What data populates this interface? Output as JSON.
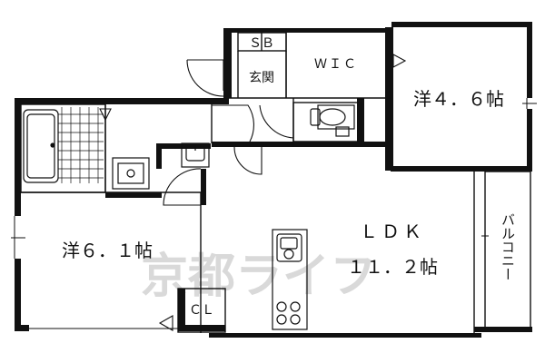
{
  "floorplan": {
    "rooms": {
      "shoe_box": "ＳＢ",
      "entrance": "玄関",
      "walk_in_closet": "ＷＩＣ",
      "western_room_1": "洋４．６帖",
      "western_room_2": "洋６．１帖",
      "ldk_name": "ＬＤＫ",
      "ldk_size": "１１．２帖",
      "closet": "ＣＬ",
      "balcony": "バルコニー"
    },
    "watermark": "京都ライフ"
  }
}
